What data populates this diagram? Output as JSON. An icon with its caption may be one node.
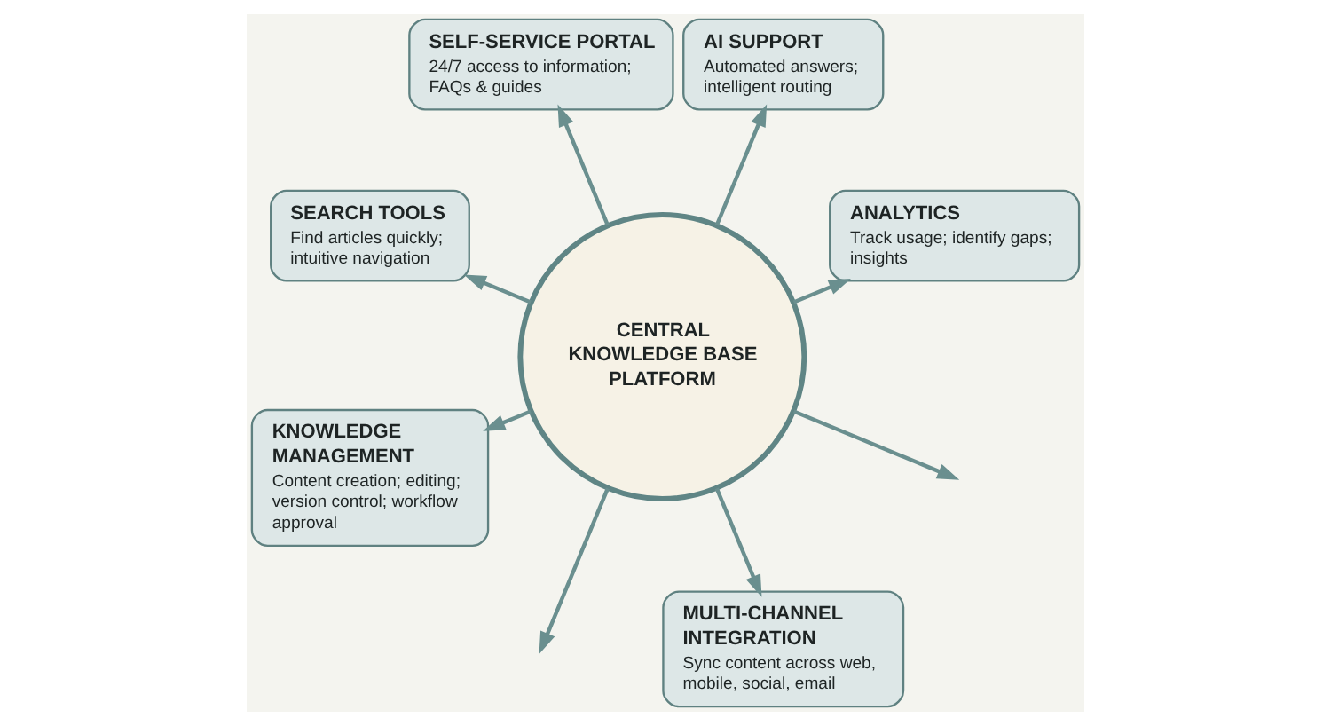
{
  "diagram": {
    "nodes": [
      {
        "text": [
          "SELF-SERVICE PORTAL",
          "24/7 access to information; FAQs & guides"
        ]
      },
      {
        "text": [
          "SEARCH TOOLS",
          "Find articles quickly; intuitive navigation"
        ]
      },
      {
        "text": [
          "AI SUPPORT",
          "Automated answers; intelligent routing"
        ]
      },
      {
        "text": [
          "KNOWLEDGE MANAGEMENT",
          "Content creation; editing; version control; workflow approval"
        ]
      },
      {
        "text": [
          "CENTRAL KNOWLEDGE BASE PLATFORM"
        ]
      },
      {
        "text": [
          "ANALYTICS",
          "Track usage; identify gaps; insights"
        ]
      },
      {
        "text": [
          "MULTI-CHANNEL INTEGRATION",
          "Sync content across web, mobile, social, email"
        ]
      }
    ],
    "edges": [
      {
        "from": 4,
        "to": 0,
        "arrow": "to"
      },
      {
        "from": 4,
        "to": 2,
        "arrow": "to"
      },
      {
        "from": 4,
        "to": 5,
        "arrow": "to"
      },
      {
        "from": 4,
        "to": null,
        "arrow": "to"
      },
      {
        "from": 4,
        "to": 6,
        "arrow": "to"
      },
      {
        "from": 4,
        "to": null,
        "arrow": "to"
      },
      {
        "from": 4,
        "to": 3,
        "arrow": "to"
      },
      {
        "from": 4,
        "to": 1,
        "arrow": "to"
      }
    ]
  }
}
